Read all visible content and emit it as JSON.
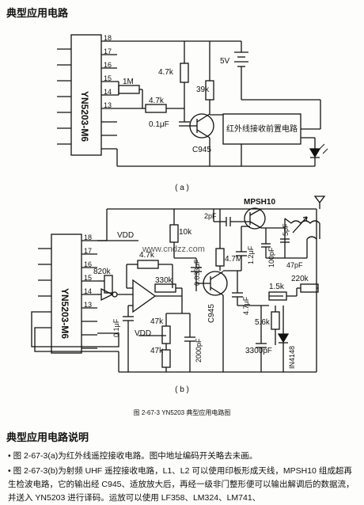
{
  "page": {
    "heading_top": "典型应用电路",
    "heading_desc": "典型应用电路说明",
    "figure_caption": "图 2-67-3   YN5203 典型应用电路图",
    "para_1": "• 图 2-67-3(a)为红外线遥控接收电路。图中地址编码开关略去未画。",
    "para_2": "• 图 2-67-3(b)为射频 UHF 遥控接收电路，L1、L2 可以使用印板形成天线，MPSH10 组成超再生检波电路，它的输出经 C945、适放放大后，再经一级非门整形便可以输出解调后的数据流，并送入 YN5203 进行译码。运放可以使用 LF358、LM324、LM741、"
  },
  "circuit_a": {
    "caption": "( a )",
    "ic_label": "YN5203-M6",
    "pins": [
      "18",
      "17",
      "16",
      "15",
      "14",
      "13"
    ],
    "r_1m": "1M",
    "r_47k_a": "4.7k",
    "r_47k_b": "4.7k",
    "r_39k": "39k",
    "cap": "0.1μF",
    "transistor": "C945",
    "supply": "5V",
    "module": "红外线接收前置电路"
  },
  "circuit_b": {
    "caption": "( b )",
    "ic_label": "YN5203-M6",
    "pins": [
      "18",
      "17",
      "16",
      "15",
      "14",
      "13"
    ],
    "vdd_top": "VDD",
    "vdd_bottom": "VDD",
    "r_820k": "820k",
    "r_47k_top": "4.7k",
    "r_330k": "330k",
    "r_47k_mid": "47k",
    "r_47k_low": "47k",
    "c_01": "0.1μF",
    "c_0033": "0.033μF",
    "c_2000p": "2000pF",
    "r_10k": "10k",
    "r_47m": "4.7M",
    "transistor_2": "C945",
    "c_47u": "4.7μF",
    "c_12u": "1.2μF",
    "r_15k": "1.5k",
    "r_56k": "5.6k",
    "r_220k": "220k",
    "c_3300p": "3300pF",
    "diode": "IN4148",
    "transistor_1": "MPSH10",
    "c_2p": "2pF",
    "c_5p": "5pF",
    "c_100p": "100pF",
    "c_47p": "47pF",
    "watermark": "www.cndzz.com"
  }
}
